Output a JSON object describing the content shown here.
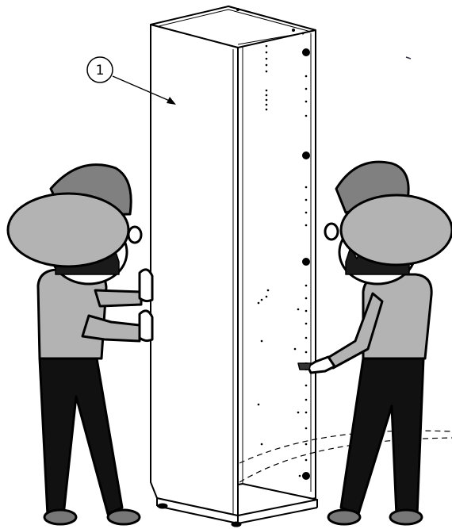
{
  "callout": {
    "number": "1"
  },
  "colors": {
    "outline": "#000000",
    "panel_fill": "#ffffff",
    "shirt_gray": "#b3b3b3",
    "cap_dark": "#808080",
    "hair_dark": "#1a1a1a",
    "pants": "#111111",
    "shoe_gray": "#777777"
  },
  "figures": [
    {
      "name": "left-person",
      "role": "holds cabinet side panel"
    },
    {
      "name": "right-person",
      "role": "holds cabinet back edge"
    }
  ],
  "icons": [
    "callout-circle-icon",
    "pointer-arrow-icon",
    "rotation-dashed-arc-icon"
  ]
}
